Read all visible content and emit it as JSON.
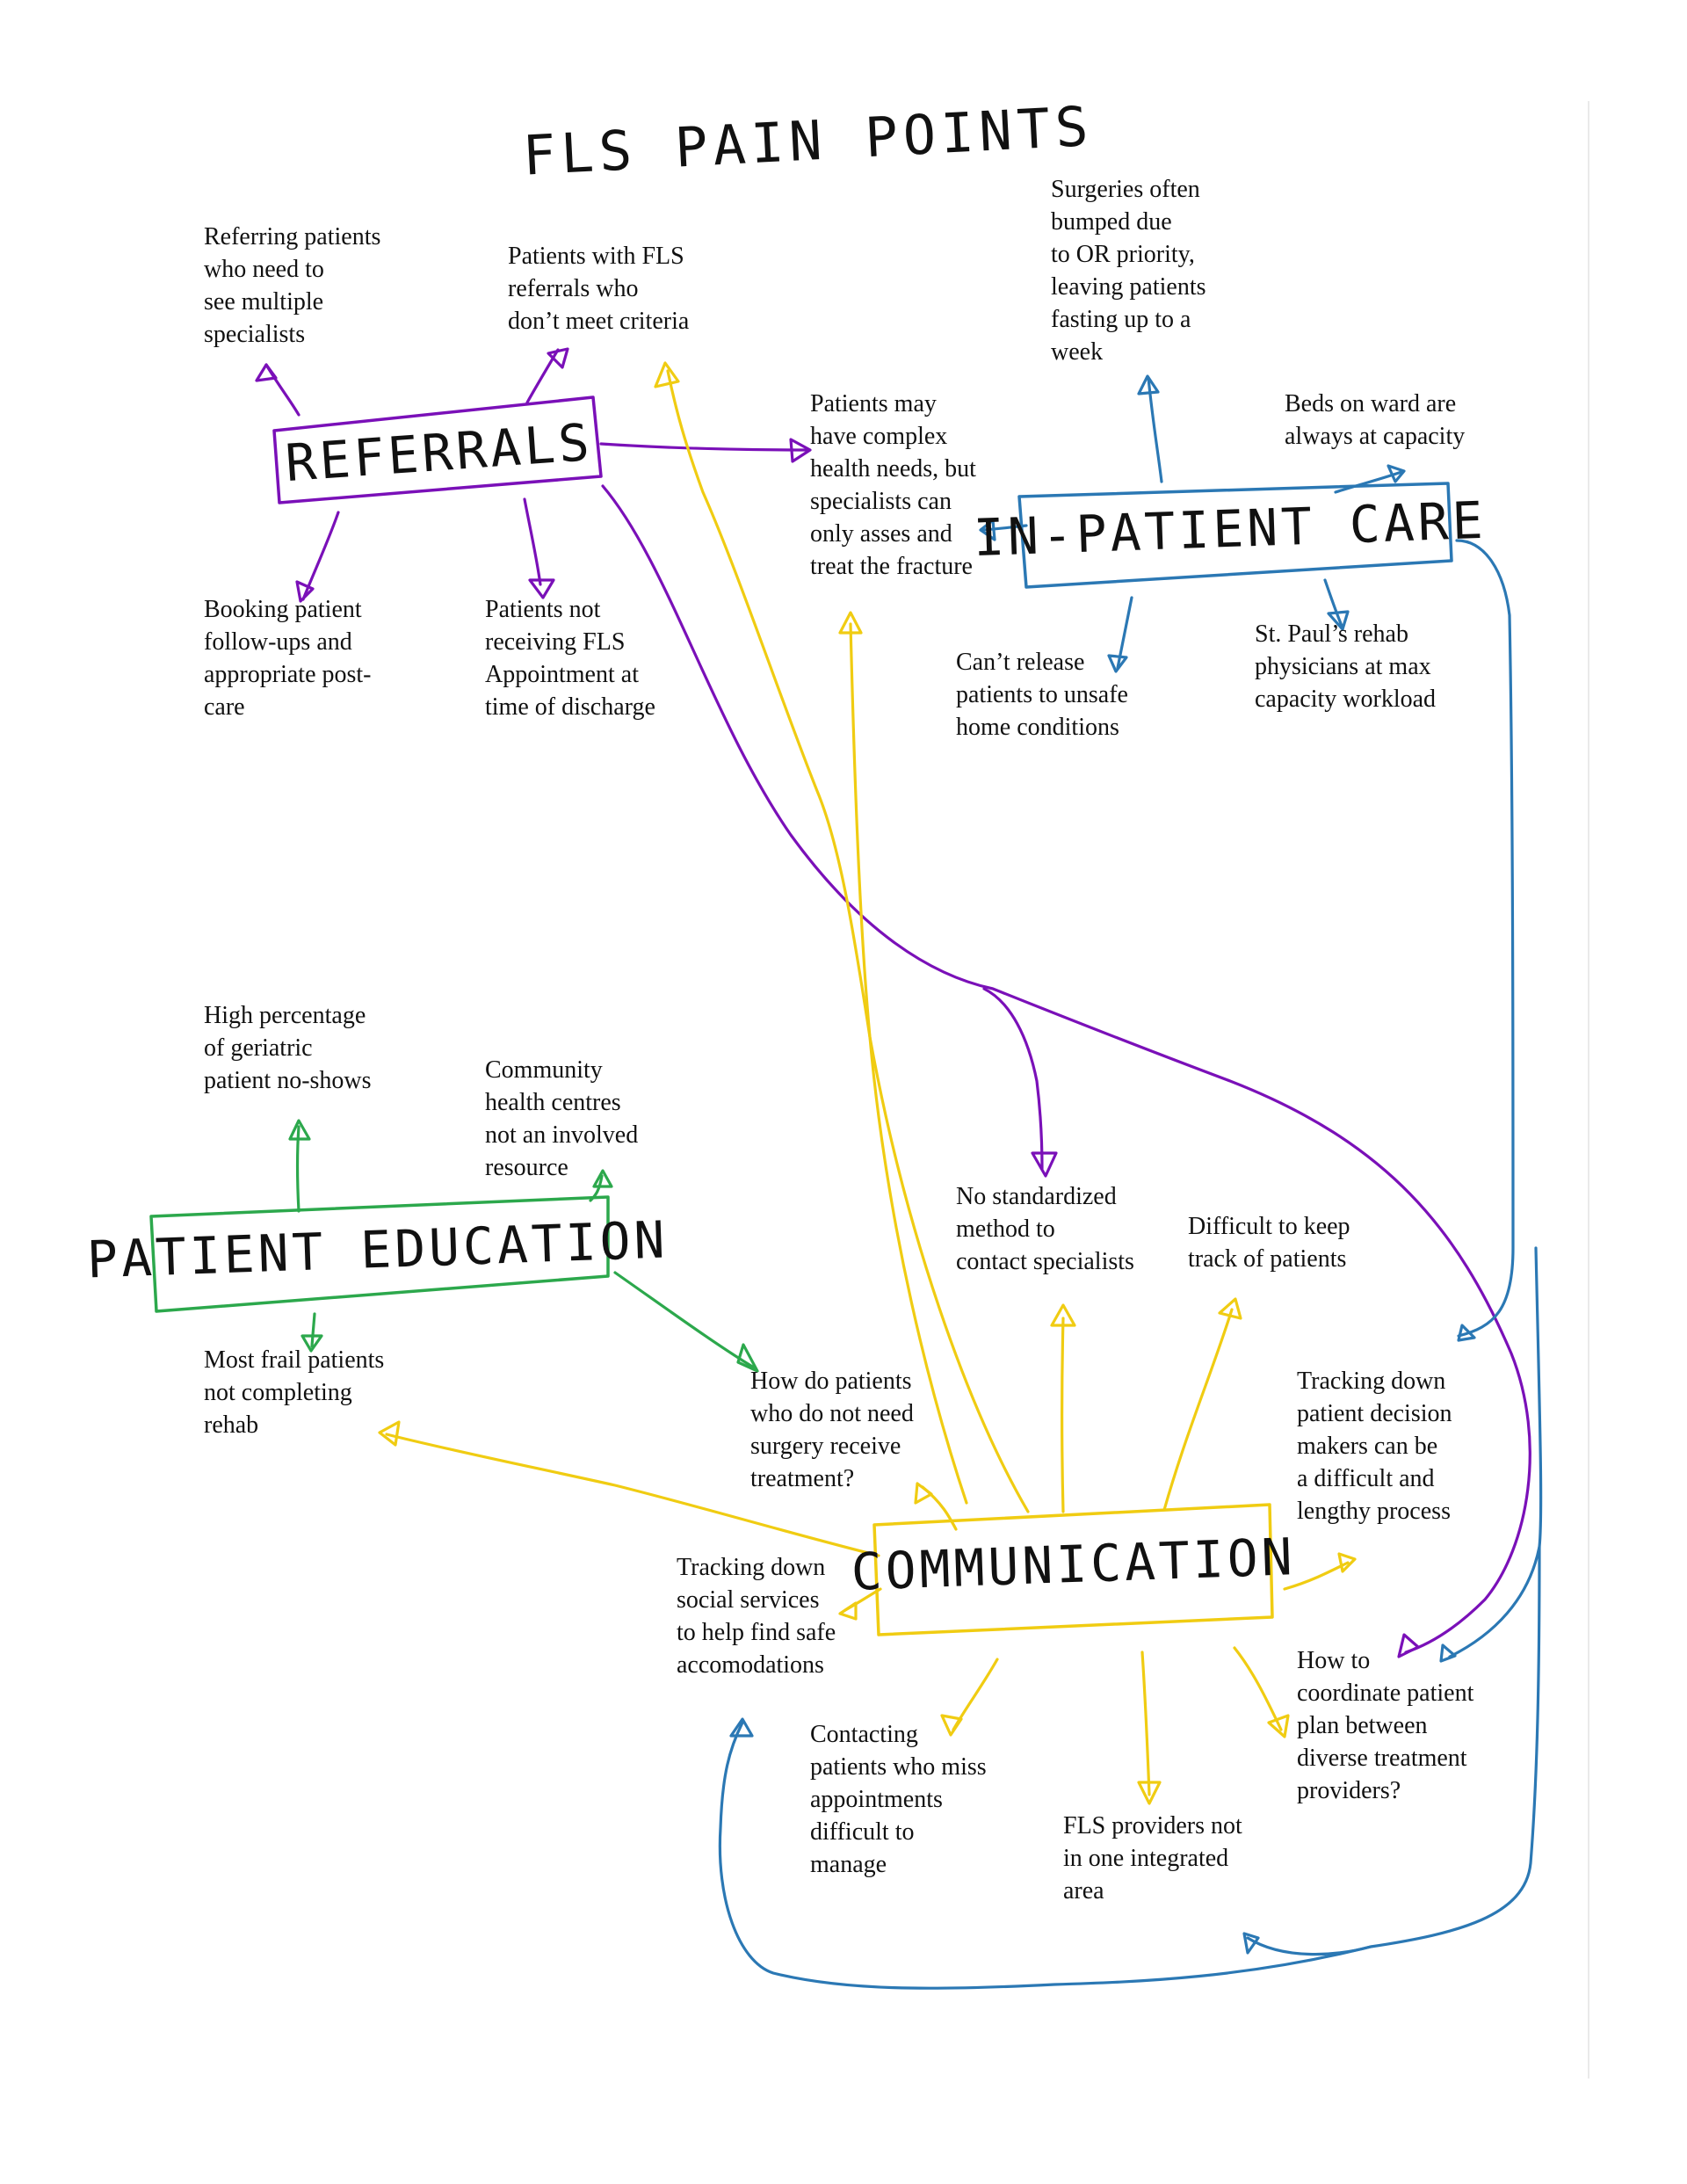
{
  "title": "FLS PAIN POINTS",
  "colors": {
    "referrals": "#7a10b8",
    "inpatient": "#2b78b4",
    "education": "#2ca84c",
    "communication": "#f0cc12",
    "text": "#111111",
    "background": "#ffffff"
  },
  "hubs": {
    "referrals": "REFERRALS",
    "inpatient": "IN-PATIENT CARE",
    "education": "PATIENT EDUCATION",
    "communication": "COMMUNICATION"
  },
  "notes": {
    "ref_multi": [
      "Referring patients",
      "who need to",
      "see multiple",
      "specialists"
    ],
    "ref_criteria": [
      "Patients with FLS",
      "referrals who",
      "don’t meet criteria"
    ],
    "complex_needs": [
      "Patients may",
      "have complex",
      "health needs, but",
      "specialists can",
      "only asses and",
      "treat the fracture"
    ],
    "booking": [
      "Booking patient",
      "follow-ups and",
      "appropriate post-",
      "care"
    ],
    "not_receiving": [
      "Patients not",
      "receiving FLS",
      "Appointment at",
      "time of discharge"
    ],
    "surgeries": [
      "Surgeries often",
      "bumped due",
      "to OR priority,",
      "leaving patients",
      "fasting up to a",
      "week"
    ],
    "beds": [
      "Beds on ward are",
      "always at capacity"
    ],
    "cant_release": [
      "Can’t release",
      "patients to unsafe",
      "home conditions"
    ],
    "st_pauls": [
      "St. Paul’s rehab",
      "physicians at max",
      "capacity workload"
    ],
    "geriatric": [
      "High percentage",
      "of geriatric",
      "patient no-shows"
    ],
    "community": [
      "Community",
      "health centres",
      "not an involved",
      "resource"
    ],
    "no_standard": [
      "No standardized",
      "method to",
      "contact specialists"
    ],
    "track_patients": [
      "Difficult to keep",
      "track of patients"
    ],
    "frail": [
      "Most frail patients",
      "not completing",
      "rehab"
    ],
    "no_surgery": [
      "How do patients",
      "who do not need",
      "surgery receive",
      "treatment?"
    ],
    "decision_makers": [
      "Tracking down",
      "patient decision",
      "makers can be",
      "a difficult and",
      "lengthy process"
    ],
    "social_services": [
      "Tracking down",
      "social services",
      "to help find safe",
      "accomodations"
    ],
    "coordinate": [
      "How to",
      "coordinate patient",
      "plan between",
      "diverse treatment",
      "providers?"
    ],
    "contacting": [
      "Contacting",
      "patients who miss",
      "appointments",
      "difficult to",
      "manage"
    ],
    "providers": [
      "FLS providers not",
      "in one integrated",
      "area"
    ]
  }
}
